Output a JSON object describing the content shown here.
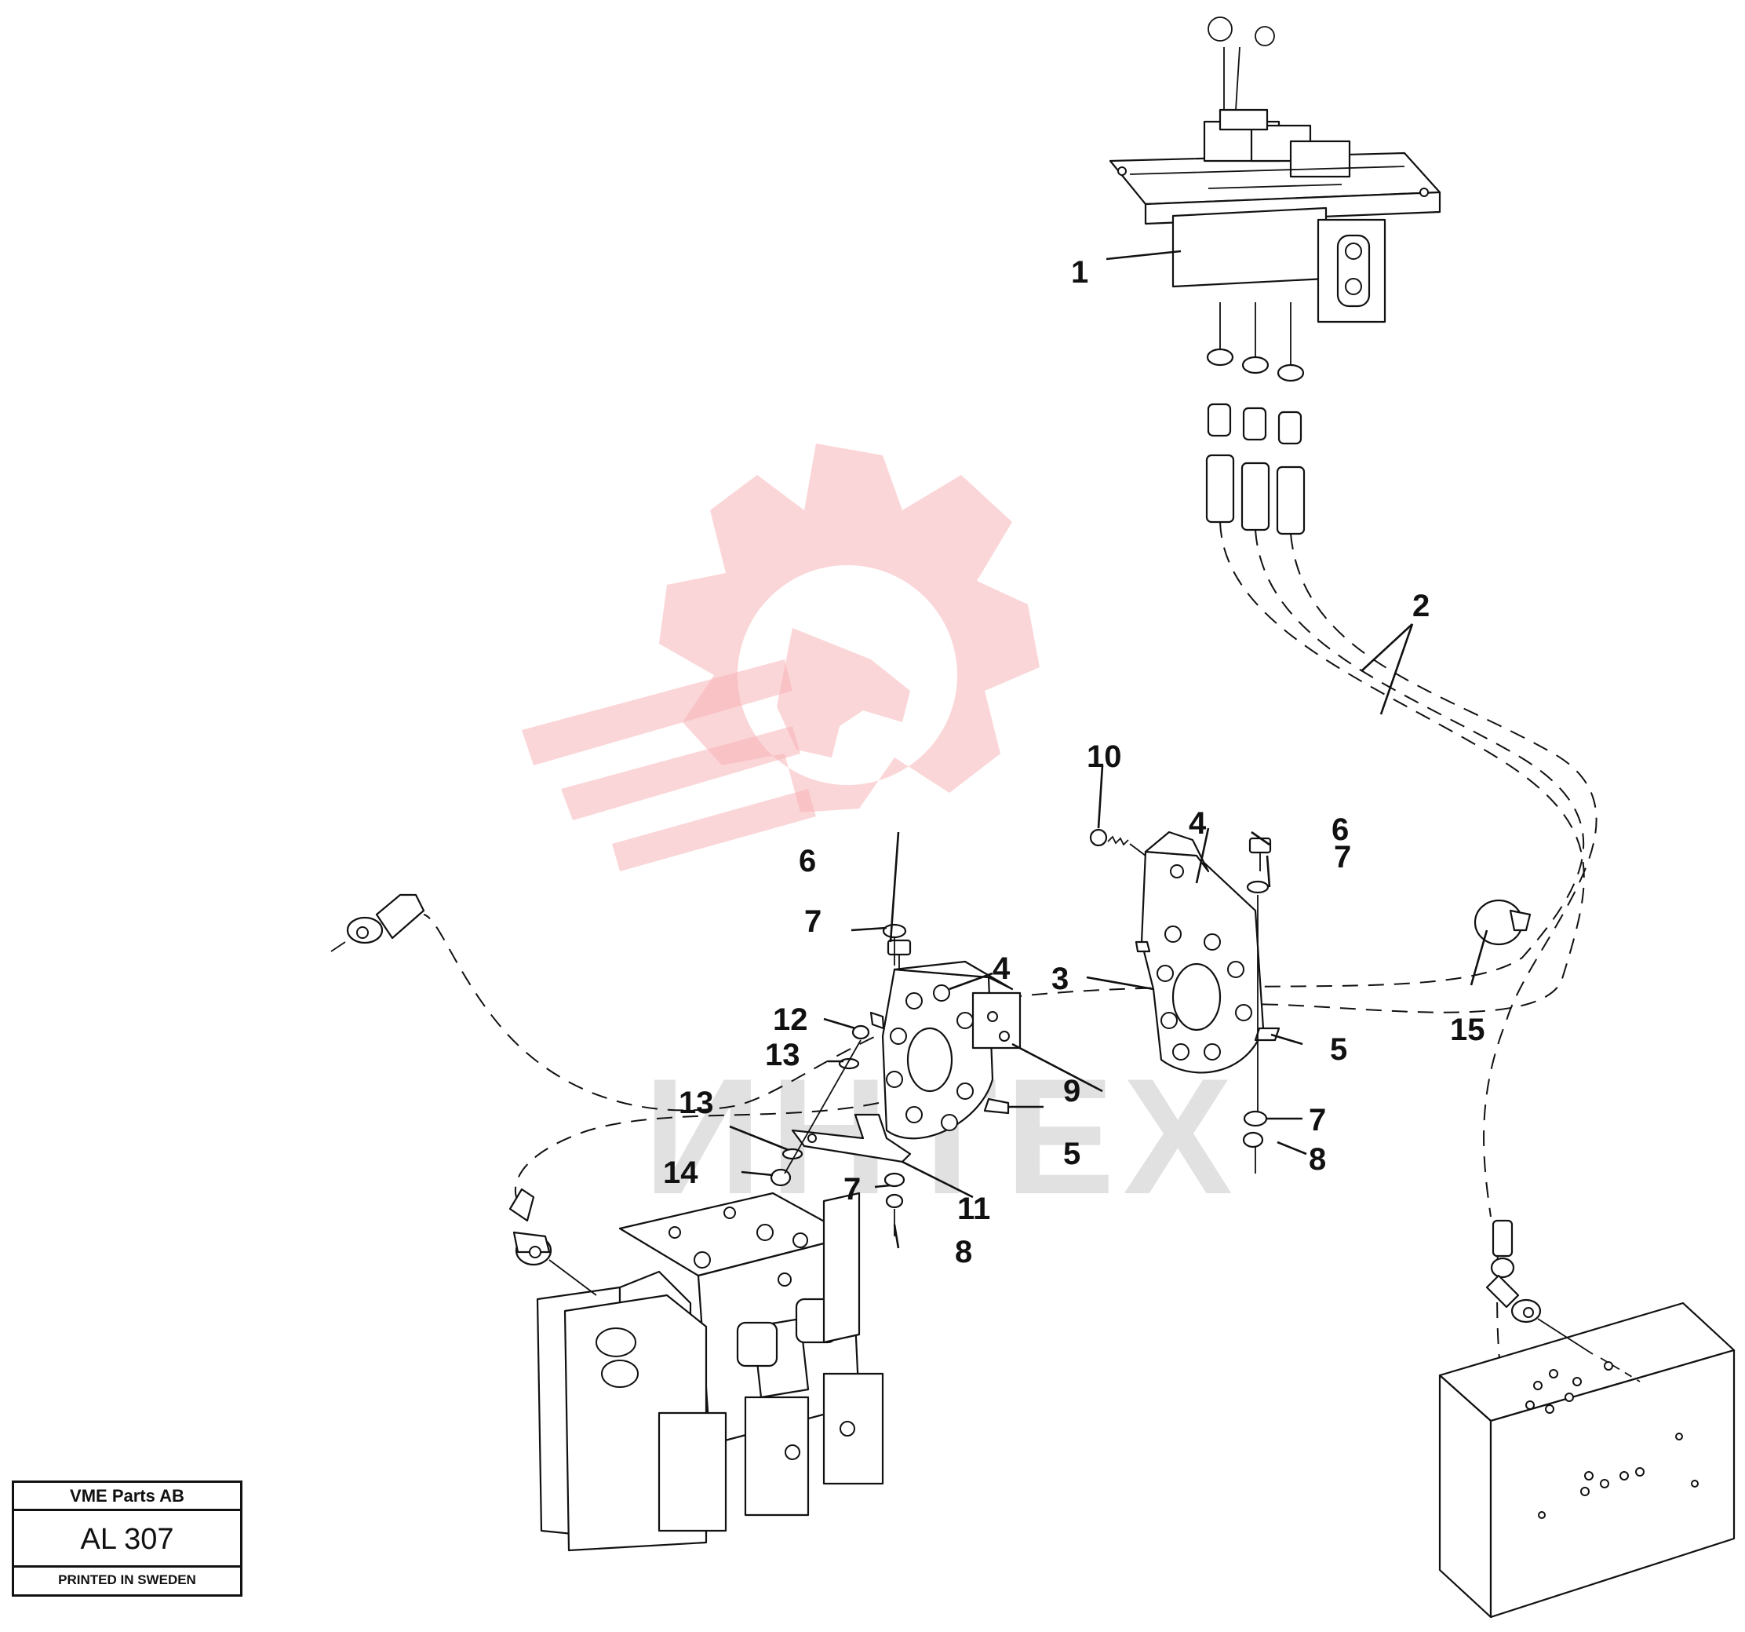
{
  "watermark": {
    "text": "ИНТЕХ",
    "color": "#f7b4b8"
  },
  "title_block": {
    "company": "VME Parts AB",
    "drawing_code": "AL 307",
    "printed": "PRINTED IN SWEDEN"
  },
  "callouts": [
    "1",
    "2",
    "3",
    "4",
    "4",
    "5",
    "5",
    "6",
    "6",
    "7",
    "7",
    "7",
    "7",
    "8",
    "8",
    "9",
    "10",
    "11",
    "12",
    "13",
    "13",
    "14",
    "15"
  ],
  "components": [
    "pilot-control-valve",
    "hydraulic-hoses",
    "hose-retainer-plate",
    "clamp-block",
    "clamp-half",
    "screw",
    "washer",
    "nut",
    "screw",
    "screw",
    "bracket",
    "screw",
    "washer",
    "nut",
    "hose-clip",
    "main-control-valve",
    "distribution-block"
  ]
}
